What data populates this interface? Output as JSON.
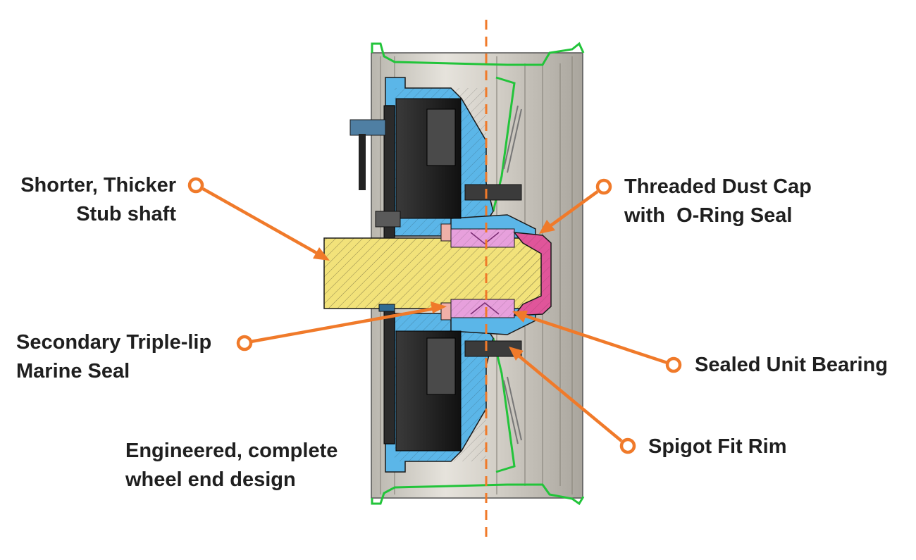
{
  "colors": {
    "callout": "#f07a2a",
    "seal_green": "#22c43a",
    "housing_blue": "#5bb6e8",
    "shaft_yellow": "#f2e27a",
    "bearing_pink": "#e7a0dc",
    "cap_magenta": "#e0559a",
    "rim_grey": "#cfcbc2",
    "outline": "#1a1a1a",
    "text": "#1f1f1f"
  },
  "callouts": [
    {
      "id": "stub-shaft",
      "lines": [
        "Shorter, Thicker",
        "Stub shaft"
      ],
      "align": "right"
    },
    {
      "id": "dust-cap",
      "lines": [
        "Threaded Dust Cap",
        "with  O-Ring Seal"
      ],
      "align": "left"
    },
    {
      "id": "marine-seal",
      "lines": [
        "Secondary Triple-lip",
        "Marine Seal"
      ],
      "align": "left"
    },
    {
      "id": "unit-bearing",
      "lines": [
        "Sealed Unit Bearing"
      ],
      "align": "left"
    },
    {
      "id": "spigot-rim",
      "lines": [
        "Spigot Fit Rim"
      ],
      "align": "left"
    },
    {
      "id": "wheel-end",
      "lines": [
        "Engineered, complete",
        "wheel end design"
      ],
      "align": "left"
    }
  ]
}
